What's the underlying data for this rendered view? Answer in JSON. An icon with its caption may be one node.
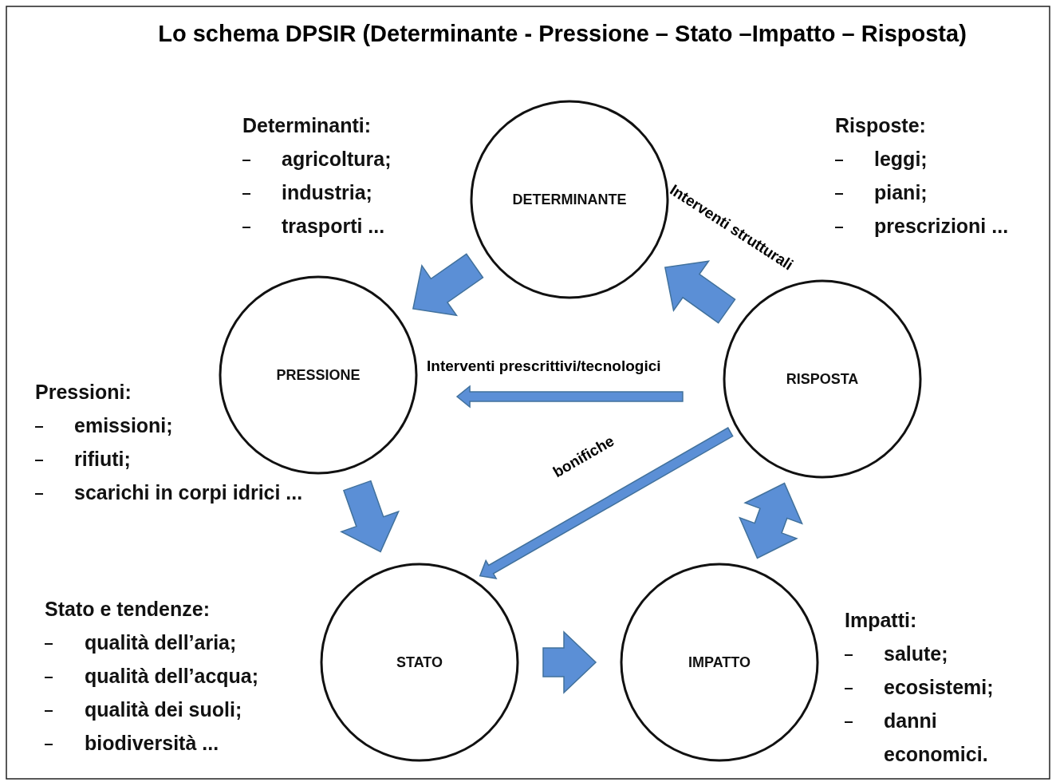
{
  "diagram": {
    "title": "Lo schema DPSIR (Determinante - Pressione – Stato –Impatto – Risposta)",
    "nodes": [
      {
        "text": [
          "DETERMINANTE"
        ],
        "beside": [
          "Determinanti:",
          "agricoltura;",
          "industria;",
          "trasporti ..."
        ]
      },
      {
        "text": [
          "PRESSIONE"
        ],
        "beside": [
          "Pressioni:",
          "emissioni;",
          "rifiuti;",
          "scarichi in corpi idrici ..."
        ]
      },
      {
        "text": [
          "RISPOSTA"
        ],
        "beside": [
          "Risposte:",
          "leggi;",
          "piani;",
          "prescrizioni ..."
        ]
      },
      {
        "text": [
          "STATO"
        ],
        "beside": [
          "Stato e tendenze:",
          "qualità dell’aria;",
          "qualità dell’acqua;",
          "qualità dei suoli;",
          "biodiversità ..."
        ]
      },
      {
        "text": [
          "IMPATTO"
        ],
        "beside": [
          "Impatti:",
          "salute;",
          "ecosistemi;",
          "danni economici."
        ]
      }
    ],
    "edges": [
      {
        "from": 0,
        "to": 1,
        "arrow": "to",
        "style": "thick"
      },
      {
        "from": 1,
        "to": 3,
        "arrow": "to",
        "style": "thick"
      },
      {
        "from": 3,
        "to": 4,
        "arrow": "to",
        "style": "thick"
      },
      {
        "from": 4,
        "to": 2,
        "arrow": "both",
        "style": "thick"
      },
      {
        "from": 2,
        "to": 0,
        "arrow": "to",
        "style": "thick",
        "label": "Interventi strutturali"
      },
      {
        "from": 2,
        "to": 1,
        "arrow": "to",
        "label": "Interventi prescrittivi/tecnologici"
      },
      {
        "from": 2,
        "to": 3,
        "arrow": "to",
        "label": "bonifiche"
      }
    ]
  }
}
